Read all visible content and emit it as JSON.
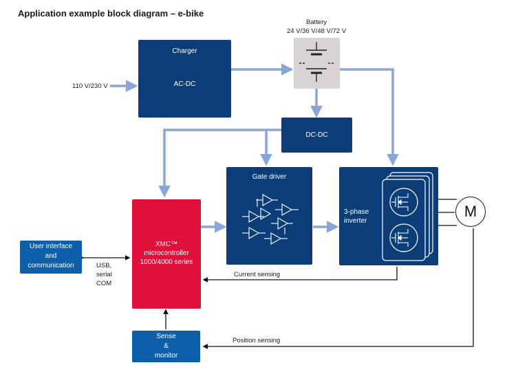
{
  "title": "Application example block diagram – e-bike",
  "input_voltage": "110 V/230 V",
  "charger": {
    "title": "Charger",
    "subtitle": "AC-DC"
  },
  "battery": {
    "title": "Battery",
    "voltages": "24 V/36 V/48 V/72 V"
  },
  "dcdc": {
    "label": "DC-DC"
  },
  "gate_driver": {
    "label": "Gate driver"
  },
  "inverter": {
    "line1": "3-phase",
    "line2": "inverter"
  },
  "motor": {
    "label": "M"
  },
  "mcu": {
    "line1": "XMC™",
    "line2": "microcontroller",
    "line3": "1000/4000 series"
  },
  "ui": {
    "line1": "User interface",
    "line2": "and",
    "line3": "communication"
  },
  "comm": {
    "line1": "USB,",
    "line2": "serial",
    "line3": "COM"
  },
  "sense": {
    "line1": "Sense",
    "line2": "&",
    "line3": "monitor"
  },
  "current_sensing": "Current sensing",
  "position_sensing": "Position sensing",
  "colors": {
    "navy": "#0b3e78",
    "blue": "#0c5fa8",
    "red": "#e0103a",
    "wire": "#8aa6d6",
    "battery_bg": "#d9d3d3"
  }
}
